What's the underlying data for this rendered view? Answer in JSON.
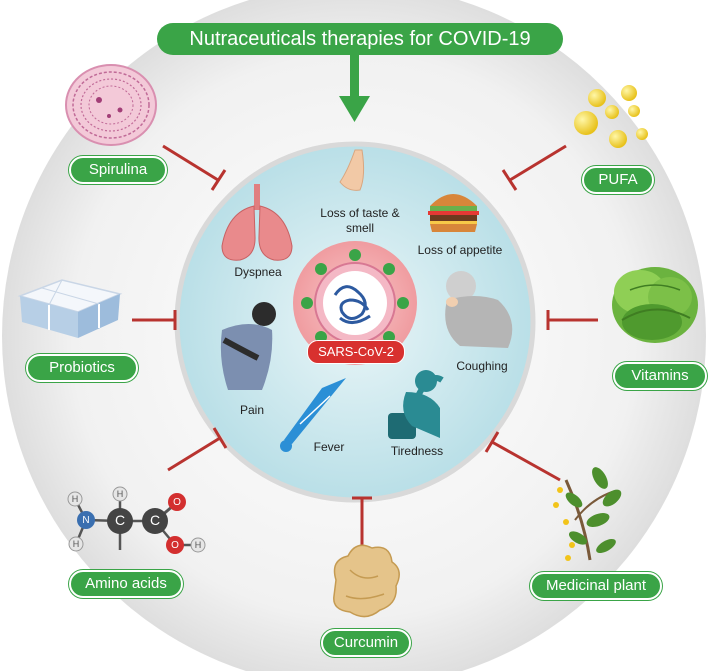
{
  "title": "Nutraceuticals therapies for COVID-19",
  "center": {
    "virus_label": "SARS-CoV-2",
    "symptoms": {
      "loss_taste_smell": "Loss of taste & smell",
      "loss_appetite": "Loss of appetite",
      "dyspnea": "Dyspnea",
      "coughing": "Coughing",
      "pain": "Pain",
      "fever": "Fever",
      "tiredness": "Tiredness"
    }
  },
  "therapies": {
    "spirulina": "Spirulina",
    "pufa": "PUFA",
    "probiotics": "Probiotics",
    "vitamins": "Vitamins",
    "amino_acids": "Amino acids",
    "medicinal_plant": "Medicinal plant",
    "curcumin": "Curcumin"
  },
  "molecule_atoms": {
    "h1": "H",
    "h2": "H",
    "h3": "H",
    "h4": "H",
    "n": "N",
    "c1": "C",
    "c2": "C",
    "o1": "O",
    "o2": "O"
  },
  "colors": {
    "green": "#3aa447",
    "inhibit_red": "#b8332f",
    "circle_fill": "#cfe8ee",
    "virus_red": "#d8312f"
  }
}
